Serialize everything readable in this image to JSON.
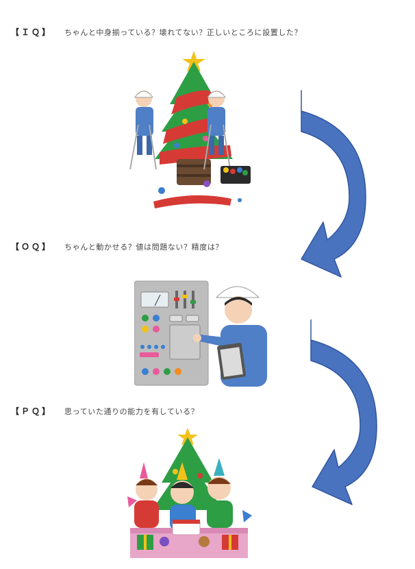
{
  "steps": [
    {
      "tag": "【ＩＱ】",
      "question": "ちゃんと中身揃っている？壊れてない？正しいところに設置した？"
    },
    {
      "tag": "【ＯＱ】",
      "question": "ちゃんと動かせる？値は問題ない？精度は？"
    },
    {
      "tag": "【ＰＱ】",
      "question": "思っていた通りの能力を有している？"
    }
  ],
  "colors": {
    "arrow": "#4a73bf",
    "arrow_edge": "#2f55a0",
    "tree": "#2e9e45",
    "uniform": "#4f7fc6"
  }
}
